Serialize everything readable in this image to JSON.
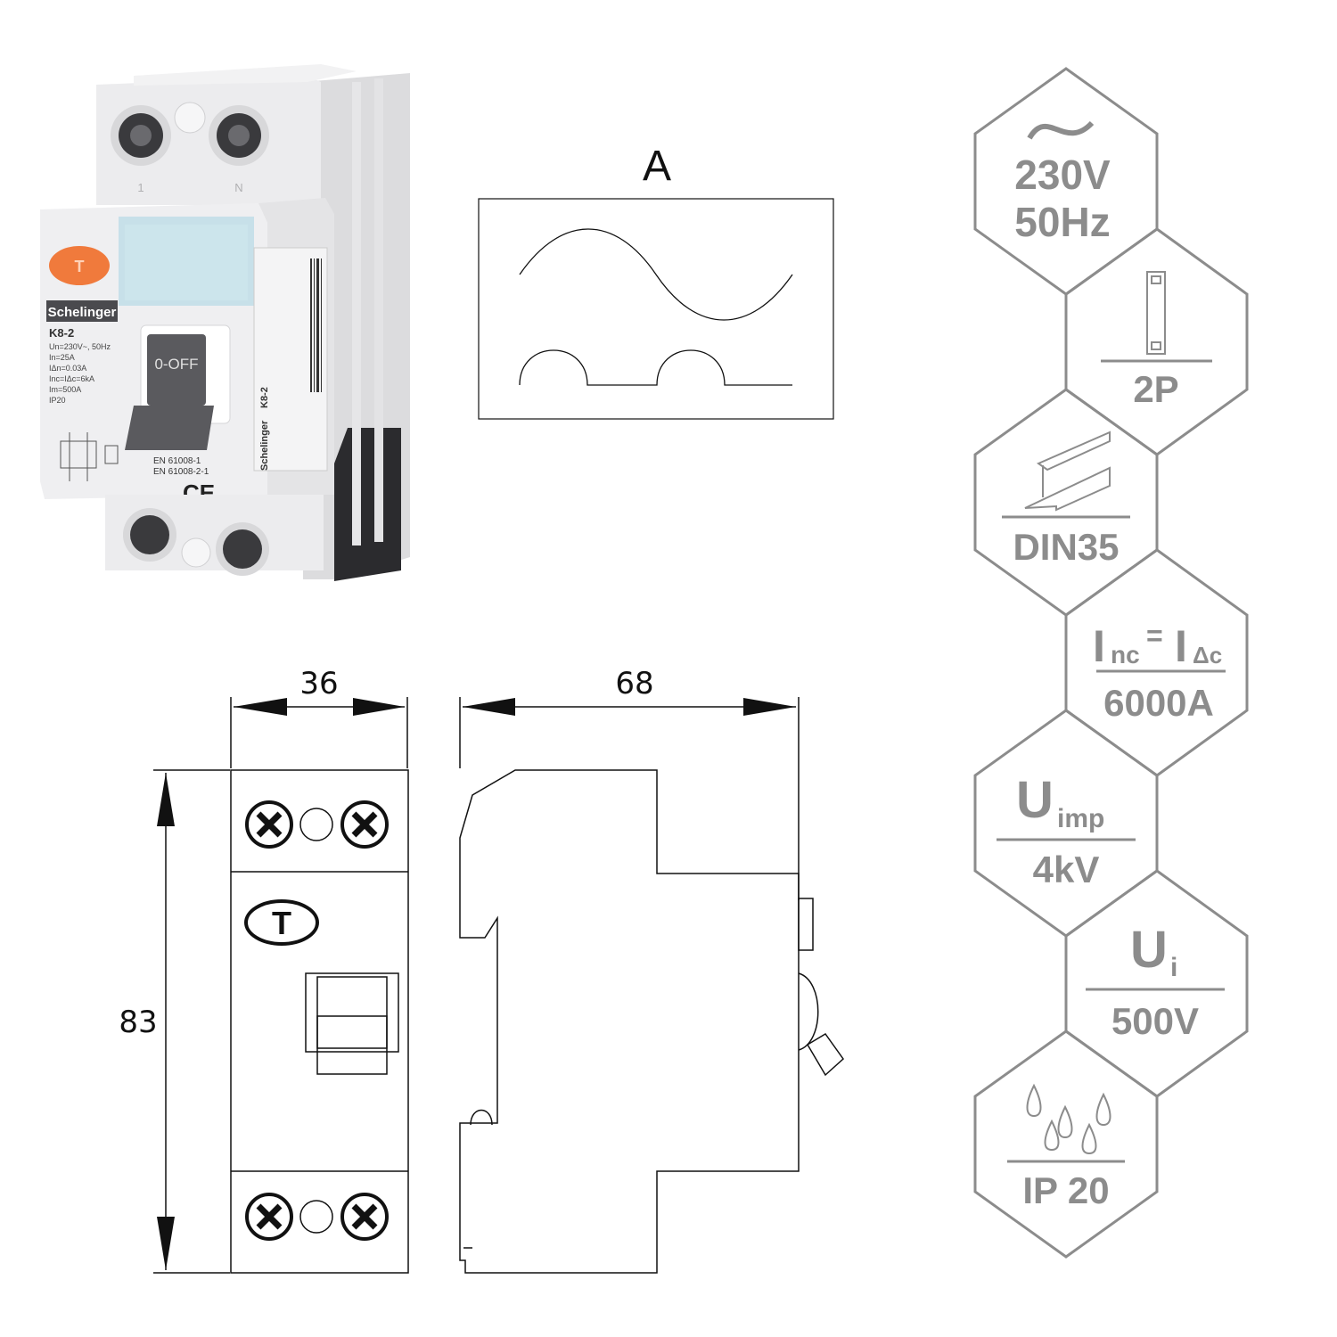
{
  "product": {
    "brand": "Schelinger",
    "model": "K8-2",
    "specs": [
      "Un=230V~, 50Hz",
      "In=25A",
      "IΔn=0.03A",
      "Inc=IΔc=6kA",
      "Im=500A",
      "IP20"
    ],
    "switch_label": "0-OFF",
    "test_button": "T",
    "standard_1": "EN 61008-1",
    "standard_2": "EN 61008-2-1",
    "ce_mark": "CE",
    "terminal_top_left": "1",
    "terminal_top_right": "N",
    "side_label_brand": "Schelinger",
    "side_label_model": "K8-2"
  },
  "waveform": {
    "label": "A"
  },
  "dimensions": {
    "width": "36",
    "depth": "68",
    "height": "83",
    "test_symbol": "T"
  },
  "specs_badges": {
    "voltage": "230V",
    "frequency": "50Hz",
    "poles": "2P",
    "mounting": "DIN35",
    "inc_symbol": "I",
    "inc_sub": "nc",
    "equals": "=",
    "idc_symbol": "I",
    "idc_sub": "Δc",
    "breaking_capacity": "6000A",
    "uimp_symbol": "U",
    "uimp_sub": "imp",
    "impulse_voltage": "4kV",
    "ui_symbol": "U",
    "ui_sub": "i",
    "insulation_voltage": "500V",
    "protection": "IP 20"
  },
  "colors": {
    "badge_gray": "#8c8c8c",
    "device_body": "#eeeeef",
    "test_button": "#f07a3c",
    "switch_gray": "#5a5a5e",
    "line": "#111111"
  }
}
